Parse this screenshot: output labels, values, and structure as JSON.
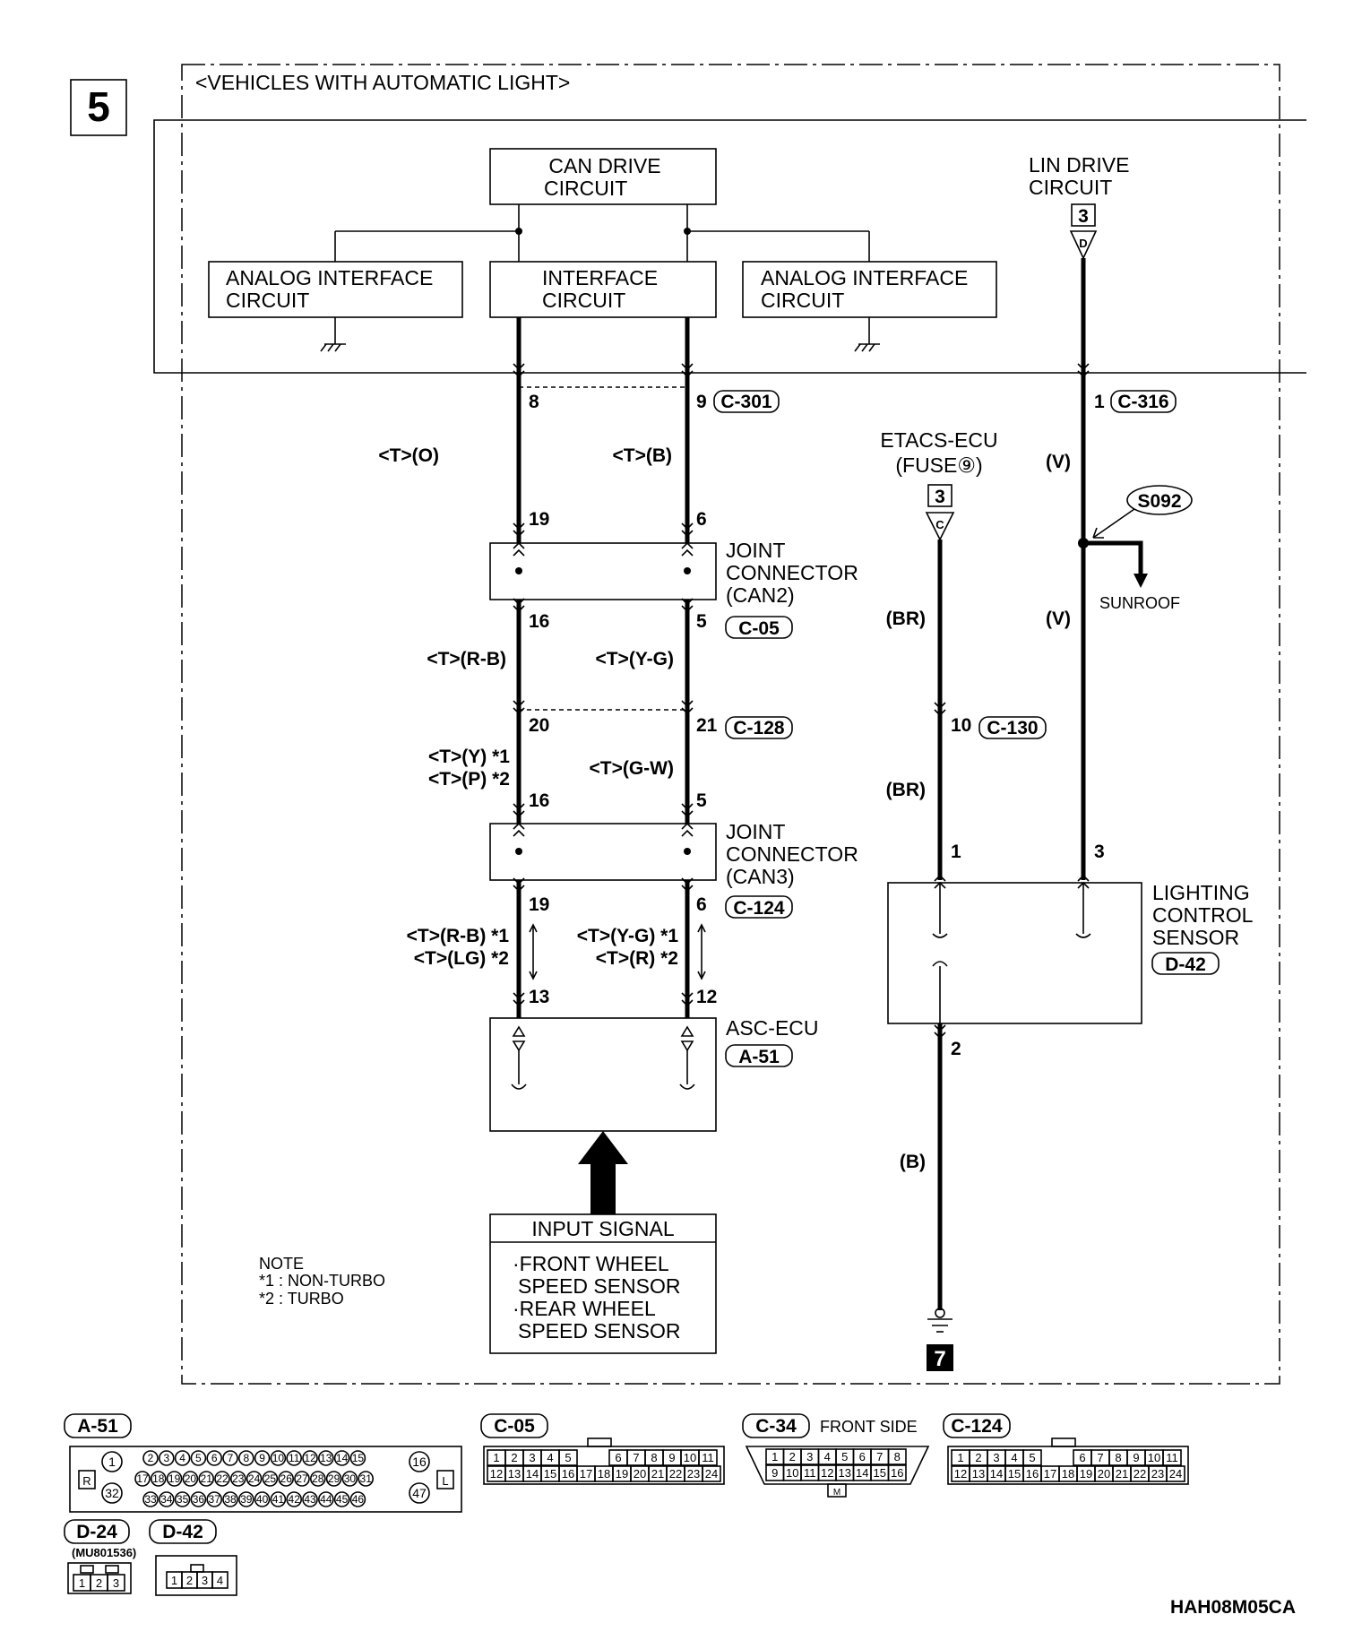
{
  "page_number": "5",
  "frame_title": "<VEHICLES WITH AUTOMATIC LIGHT>",
  "blocks": {
    "can_drive": [
      "CAN DRIVE",
      "CIRCUIT"
    ],
    "analog_left": [
      "ANALOG INTERFACE",
      "CIRCUIT"
    ],
    "interface": [
      "INTERFACE",
      "CIRCUIT"
    ],
    "analog_right": [
      "ANALOG INTERFACE",
      "CIRCUIT"
    ],
    "lin_drive": [
      "LIN DRIVE",
      "CIRCUIT"
    ],
    "lin_ref_num": "3",
    "lin_ref_letter": "D"
  },
  "etacs": {
    "line1": "ETACS-ECU",
    "line2": "(FUSE⑨)",
    "ref_num": "3",
    "ref_letter": "C"
  },
  "pins": {
    "p8": "8",
    "p9": "9",
    "c301": "C-301",
    "p1_lin": "1",
    "c316": "C-316",
    "p19a": "19",
    "p6a": "6",
    "p16a": "16",
    "p5a": "5",
    "c05": "C-05",
    "p20": "20",
    "p21": "21",
    "c128": "C-128",
    "p10": "10",
    "c130": "C-130",
    "p16b": "16",
    "p5b": "5",
    "p19b": "19",
    "p6b": "6",
    "c124": "C-124",
    "p13": "13",
    "p12": "12",
    "p1_sens": "1",
    "p3_sens": "3",
    "p2_sens": "2"
  },
  "wire_labels": {
    "l_o": "<T>(O)",
    "l_b": "<T>(B)",
    "l_v1": "(V)",
    "l_v2": "(V)",
    "l_rb": "<T>(R-B)",
    "l_yg": "<T>(Y-G)",
    "l_br1": "(BR)",
    "l_br2": "(BR)",
    "l_y": "<T>(Y) *1",
    "l_p": "<T>(P) *2",
    "l_gw": "<T>(G-W)",
    "l_rb2": "<T>(R-B) *1",
    "l_lg": "<T>(LG) *2",
    "l_yg2": "<T>(Y-G) *1",
    "l_r": "<T>(R) *2",
    "l_b2": "(B)"
  },
  "splice": {
    "id": "S092",
    "label": "SUNROOF"
  },
  "components": {
    "jc_can2": [
      "JOINT",
      "CONNECTOR",
      "(CAN2)"
    ],
    "jc_can3": [
      "JOINT",
      "CONNECTOR",
      "(CAN3)"
    ],
    "asc": "ASC-ECU",
    "asc_conn": "A-51",
    "lighting": [
      "LIGHTING",
      "CONTROL",
      "SENSOR"
    ],
    "lighting_conn": "D-42"
  },
  "input_signal": {
    "title": "INPUT SIGNAL",
    "lines": [
      "·FRONT WHEEL",
      "SPEED SENSOR",
      "·REAR WHEEL",
      "SPEED SENSOR"
    ]
  },
  "note": {
    "title": "NOTE",
    "line1": "*1 : NON-TURBO",
    "line2": "*2 : TURBO"
  },
  "ground_ref": "7",
  "connectors": {
    "a51": {
      "label": "A-51",
      "side_left": "R",
      "side_right": "L",
      "row1": [
        "2",
        "3",
        "4",
        "5",
        "6",
        "7",
        "8",
        "9",
        "10",
        "11",
        "12",
        "13",
        "14",
        "15"
      ],
      "row2": [
        "17",
        "18",
        "19",
        "20",
        "21",
        "22",
        "23",
        "24",
        "25",
        "26",
        "27",
        "28",
        "29",
        "30",
        "31"
      ],
      "row3": [
        "33",
        "34",
        "35",
        "36",
        "37",
        "38",
        "39",
        "40",
        "41",
        "42",
        "43",
        "44",
        "45",
        "46"
      ],
      "left_pins": [
        "1",
        "32"
      ],
      "right_pins": [
        "16",
        "47"
      ]
    },
    "c05": {
      "label": "C-05",
      "row1": [
        "1",
        "2",
        "3",
        "4",
        "5",
        "6",
        "7",
        "8",
        "9",
        "10",
        "11"
      ],
      "row2": [
        "12",
        "13",
        "14",
        "15",
        "16",
        "17",
        "18",
        "19",
        "20",
        "21",
        "22",
        "23",
        "24"
      ]
    },
    "c34": {
      "label": "C-34",
      "side": "FRONT SIDE",
      "row1": [
        "1",
        "2",
        "3",
        "4",
        "5",
        "6",
        "7",
        "8"
      ],
      "row2": [
        "9",
        "10",
        "11",
        "12",
        "13",
        "14",
        "15",
        "16"
      ],
      "mark": "M"
    },
    "c124": {
      "label": "C-124",
      "row1": [
        "1",
        "2",
        "3",
        "4",
        "5",
        "6",
        "7",
        "8",
        "9",
        "10",
        "11"
      ],
      "row2": [
        "12",
        "13",
        "14",
        "15",
        "16",
        "17",
        "18",
        "19",
        "20",
        "21",
        "22",
        "23",
        "24"
      ]
    },
    "d24": {
      "label": "D-24",
      "part": "(MU801536)",
      "pins": [
        "1",
        "2",
        "3"
      ]
    },
    "d42": {
      "label": "D-42",
      "pins": [
        "1",
        "2",
        "3",
        "4"
      ]
    }
  },
  "diagram_code": "HAH08M05CA"
}
